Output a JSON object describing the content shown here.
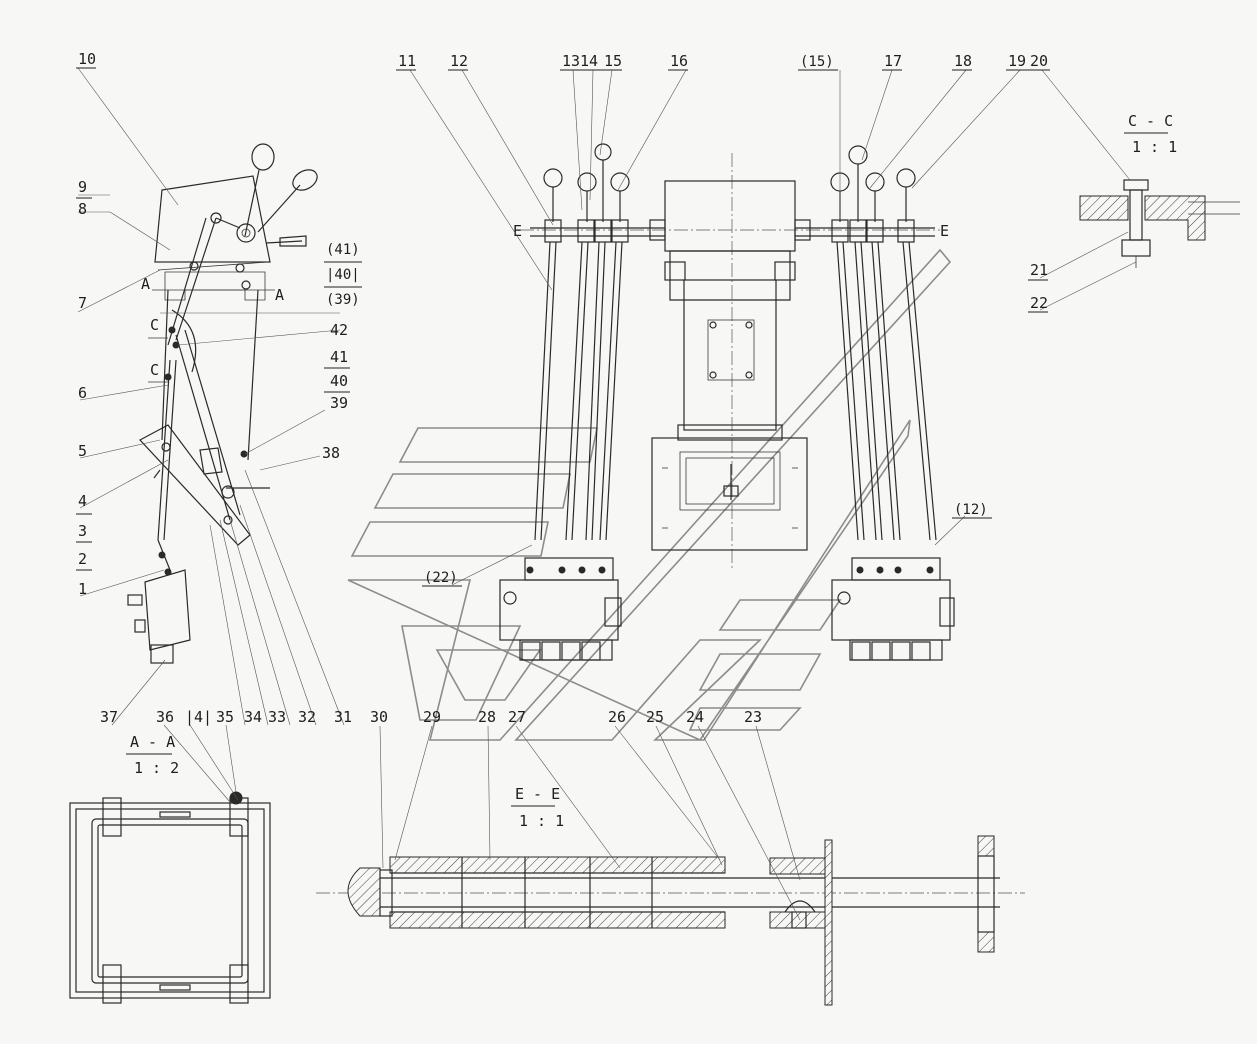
{
  "drawing": {
    "part_labels": [
      "1",
      "2",
      "3",
      "4",
      "5",
      "6",
      "7",
      "8",
      "9",
      "10",
      "11",
      "12",
      "13",
      "14",
      "15",
      "16",
      "17",
      "18",
      "19",
      "20",
      "21",
      "22",
      "23",
      "24",
      "25",
      "26",
      "27",
      "28",
      "29",
      "30",
      "31",
      "32",
      "33",
      "34",
      "35",
      "36",
      "37",
      "38",
      "39",
      "40",
      "41",
      "42"
    ],
    "bracket_labels": {
      "l41": "(41)",
      "l40": "|40|",
      "l39": "(39)",
      "l41b": "41",
      "l40b": "40",
      "l39b": "39",
      "p15": "(15)",
      "p12": "(12)",
      "p22": "(22)",
      "l14": "|4|"
    },
    "section_marks": {
      "a": "A",
      "c": "C",
      "e": "E"
    },
    "sections": {
      "cc": {
        "title": "C - C",
        "scale": "1 : 1"
      },
      "aa": {
        "title": "A - A",
        "scale": "1 : 2"
      },
      "ee": {
        "title": "E - E",
        "scale": "1 : 1"
      }
    }
  }
}
